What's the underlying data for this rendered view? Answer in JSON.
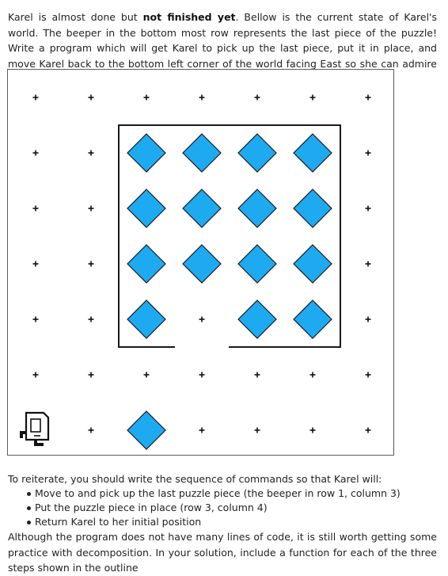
{
  "intro": {
    "part1": "Karel is almost done but ",
    "bold": "not finished yet",
    "part2": ". Bellow is the current state of Karel's world. The beeper in the bottom most row represents the last piece of the puzzle! Write a program which will get Karel to pick up the last piece, put it in place, and move Karel back to the bottom left corner of the world facing East so she can admire the completed puzzle."
  },
  "world": {
    "rows": 7,
    "cols": 7,
    "beepers": [
      {
        "row": 6,
        "col": 3
      },
      {
        "row": 6,
        "col": 4
      },
      {
        "row": 6,
        "col": 5
      },
      {
        "row": 6,
        "col": 6
      },
      {
        "row": 5,
        "col": 3
      },
      {
        "row": 5,
        "col": 4
      },
      {
        "row": 5,
        "col": 5
      },
      {
        "row": 5,
        "col": 6
      },
      {
        "row": 4,
        "col": 3
      },
      {
        "row": 4,
        "col": 4
      },
      {
        "row": 4,
        "col": 5
      },
      {
        "row": 4,
        "col": 6
      },
      {
        "row": 3,
        "col": 3
      },
      {
        "row": 3,
        "col": 5
      },
      {
        "row": 3,
        "col": 6
      },
      {
        "row": 1,
        "col": 3
      }
    ],
    "karel": {
      "row": 1,
      "col": 1,
      "facing": "East"
    },
    "colors": {
      "beeper": "#1eaaf1",
      "beeper_stroke": "#1a1a1a",
      "wall": "#1a1a1a",
      "corner": "#111111"
    }
  },
  "reiterate": "To reiterate, you should write the sequence of commands so that Karel will:",
  "steps": [
    "Move to and pick up the last puzzle piece (the beeper in row 1, column 3)",
    "Put the puzzle piece in place (row 3, column 4)",
    "Return Karel to her initial position"
  ],
  "outro": "Although the program does not have many lines of code, it is still worth getting some practice with decomposition. In your solution, include a function for each of the three steps shown in the outline"
}
